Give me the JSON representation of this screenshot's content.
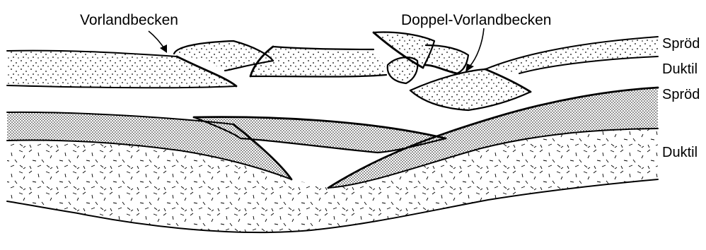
{
  "labels": {
    "foreland_basin": "Vorlandbecken",
    "double_foreland_basin": "Doppel-Vorlandbecken"
  },
  "layers": {
    "upper_brittle": "Spröd",
    "upper_ductile": "Duktil",
    "lower_brittle": "Spröd",
    "lower_ductile": "Duktil"
  },
  "colors": {
    "ink": "#000000",
    "background": "#ffffff"
  }
}
